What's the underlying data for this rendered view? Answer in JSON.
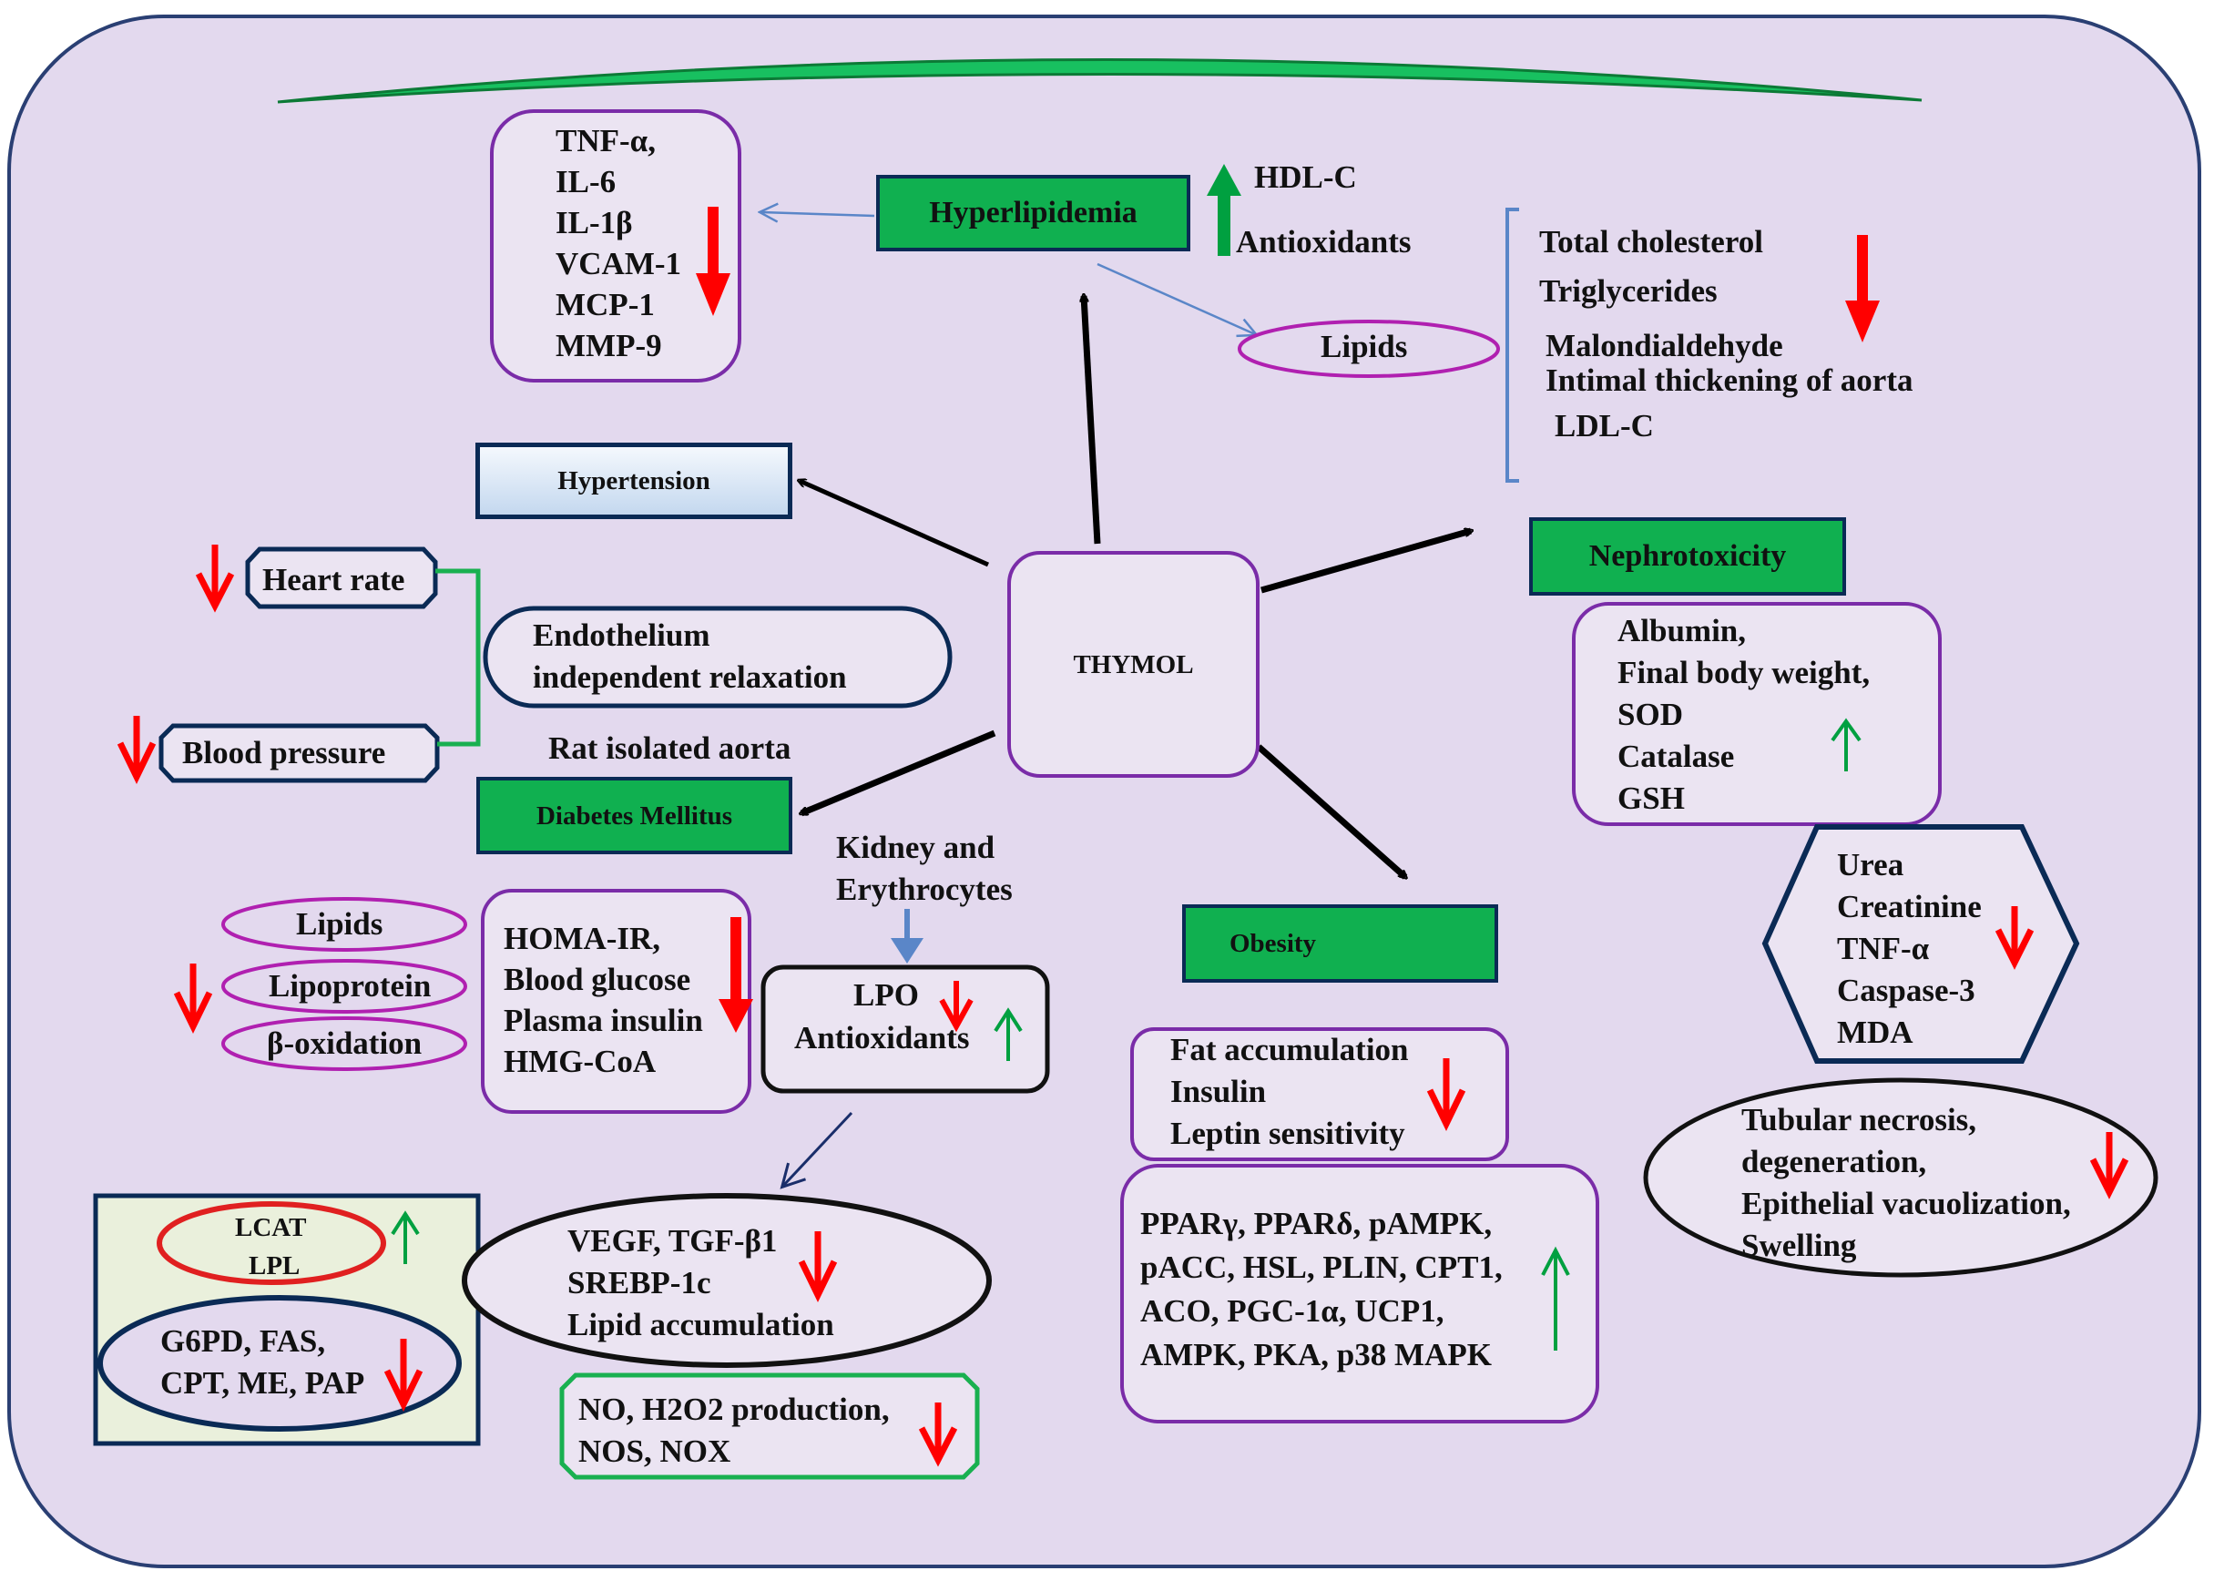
{
  "thymol": "THYMOL",
  "hyperlipidemia": {
    "title": "Hyperlipidemia",
    "inflammatory": [
      "TNF-α,",
      "IL-6",
      "IL-1β",
      "VCAM-1",
      "MCP-1",
      "MMP-9"
    ],
    "increased": [
      "HDL-C",
      "Antioxidants"
    ],
    "lipids_label": "Lipids",
    "decreased": [
      "Total cholesterol",
      "Triglycerides",
      "Malondialdehyde",
      "Intimal thickening of aorta",
      "LDL-C"
    ]
  },
  "hypertension": {
    "title": "Hypertension",
    "heart_rate": "Heart rate",
    "blood_pressure": "Blood pressure",
    "endothelium": [
      "Endothelium",
      "independent relaxation"
    ],
    "rat_aorta": "Rat isolated aorta"
  },
  "nephrotoxicity": {
    "title": "Nephrotoxicity",
    "increased": [
      "Albumin,",
      "Final body weight,",
      "SOD",
      "Catalase",
      "GSH"
    ],
    "hexagon": [
      "Urea",
      "Creatinine",
      "TNF-α",
      "Caspase-3",
      "MDA"
    ],
    "tubular": [
      "Tubular necrosis,",
      "degeneration,",
      "Epithelial vacuolization,",
      "Swelling"
    ]
  },
  "diabetes": {
    "title": "Diabetes Mellitus",
    "lipid_ellipses": [
      "Lipids",
      "Lipoprotein",
      "β-oxidation"
    ],
    "markers": [
      "HOMA-IR,",
      "Blood glucose",
      "Plasma insulin",
      "HMG-CoA"
    ],
    "kidney": [
      "Kidney and",
      "Erythrocytes"
    ],
    "lpo": [
      "LPO",
      "Antioxidants"
    ],
    "enzymes_up": [
      "LCAT",
      "LPL"
    ],
    "enzymes_down": [
      "G6PD, FAS,",
      "CPT, ME, PAP"
    ],
    "growth": [
      "VEGF, TGF-β1",
      "SREBP-1c",
      "Lipid  accumulation"
    ],
    "no": [
      "NO, H2O2 production,",
      "NOS, NOX"
    ]
  },
  "obesity": {
    "title": "Obesity",
    "fat": [
      "Fat accumulation",
      "Insulin",
      "Leptin sensitivity"
    ],
    "pathways": [
      "PPARγ, PPARδ, pAMPK,",
      "pACC, HSL, PLIN, CPT1,",
      "ACO, PGC-1α, UCP1,",
      "AMPK, PKA, p38 MAPK"
    ]
  },
  "colors": {
    "background": "#e3d9ee",
    "green": "#10b050",
    "purple": "#7a2ca8",
    "navy": "#0a2a55",
    "red": "#ff0000",
    "arrow_green": "#00a040"
  }
}
